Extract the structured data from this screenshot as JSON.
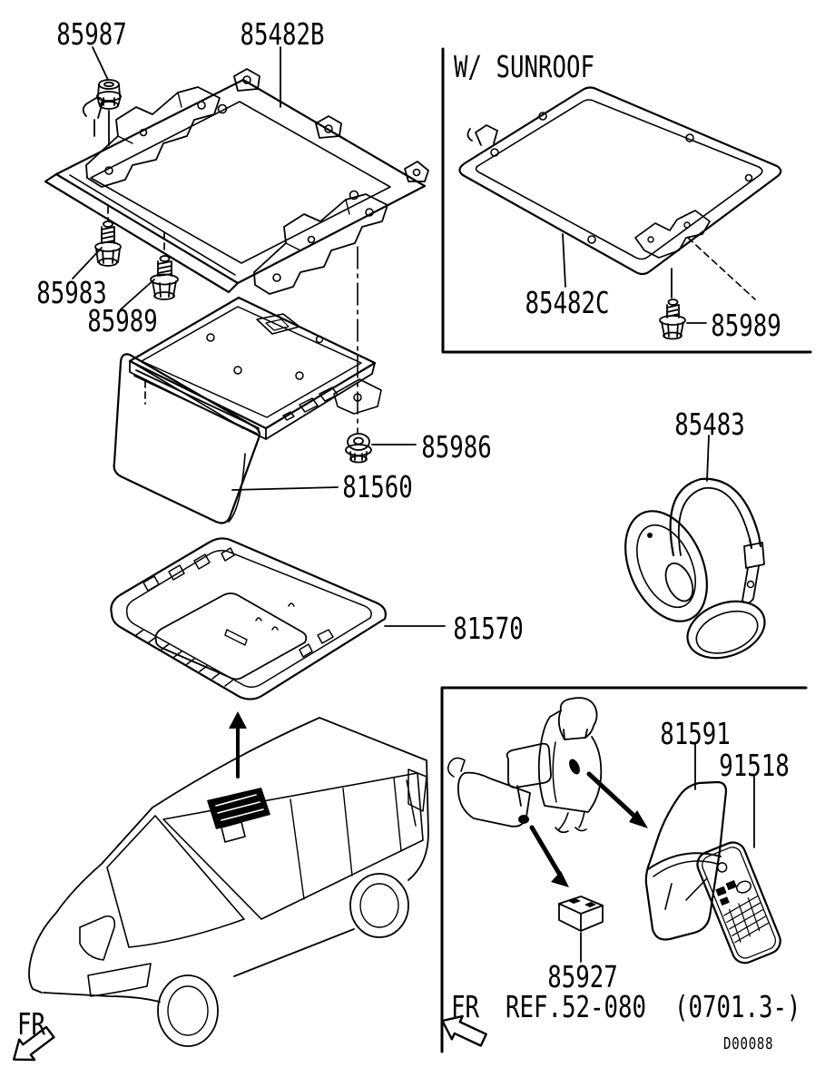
{
  "colors": {
    "ink": "#000000",
    "paper": "#ffffff"
  },
  "callouts": {
    "p85987": "85987",
    "p85482B": "85482B",
    "p85983": "85983",
    "p85989_left": "85989",
    "p85482C": "85482C",
    "p85989_right": "85989",
    "p85986": "85986",
    "p81560": "81560",
    "p85483": "85483",
    "p81570": "81570",
    "p81591": "81591",
    "p91518": "91518",
    "p85927": "85927"
  },
  "insets": {
    "sunroof_box": {
      "title": "W/ SUNROOF"
    },
    "remote_box": {
      "fr": "FR",
      "ref": "REF.52-080  (0701.3-)"
    }
  },
  "footer": {
    "fr": "FR",
    "drawing_no": "D00088"
  }
}
